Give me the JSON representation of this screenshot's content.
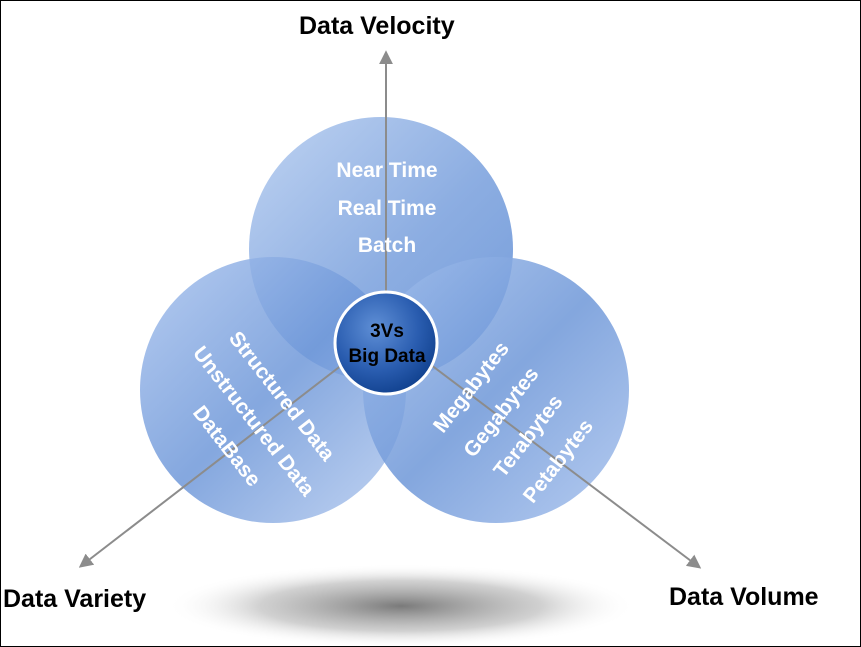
{
  "axes": {
    "velocity": "Data Velocity",
    "variety": "Data Variety",
    "volume": "Data Volume"
  },
  "velocity_items": [
    "Near Time",
    "Real Time",
    "Batch"
  ],
  "variety_items": [
    "Structured Data",
    "Unstructured Data",
    "DataBase"
  ],
  "volume_items": [
    "Megabytes",
    "Gegabytes",
    "Terabytes",
    "Petabytes"
  ],
  "center": {
    "line1": "3Vs",
    "line2": "Big Data"
  },
  "colors": {
    "circle_light": "#b3cbef",
    "circle_mid": "#7aa1dc",
    "circle_dark": "#3f72c2",
    "center_dark": "#0f3f8c",
    "arrow": "#8c8c8c",
    "item_text": "#ffffff",
    "center_text": "#000000"
  }
}
